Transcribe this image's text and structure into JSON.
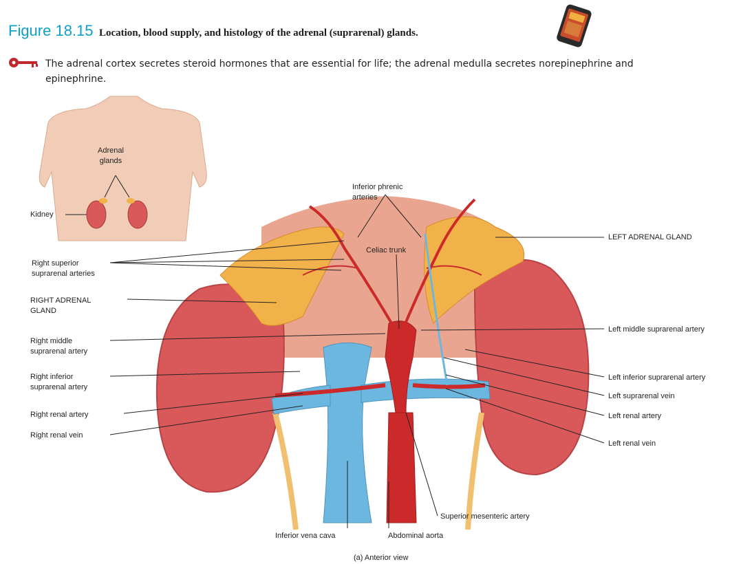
{
  "figure": {
    "number": "Figure 18.15",
    "title": "Location, blood supply, and histology of the adrenal (suprarenal) glands.",
    "key_point": "The adrenal cortex secretes steroid hormones that are essential for life; the adrenal medulla secretes norepinephrine and epinephrine.",
    "caption": "(a) Anterior view"
  },
  "inset": {
    "adrenal_glands_line1": "Adrenal",
    "adrenal_glands_line2": "glands",
    "kidney": "Kidney"
  },
  "labels": {
    "inferior_phrenic_line1": "Inferior phrenic",
    "inferior_phrenic_line2": "arteries",
    "celiac_trunk": "Celiac trunk",
    "left_adrenal_gland": "LEFT ADRENAL GLAND",
    "right_superior_line1": "Right superior",
    "right_superior_line2": "suprarenal arteries",
    "right_adrenal_line1": "RIGHT ADRENAL",
    "right_adrenal_line2": "GLAND",
    "right_middle_line1": "Right middle",
    "right_middle_line2": "suprarenal artery",
    "right_inferior_line1": "Right inferior",
    "right_inferior_line2": "suprarenal artery",
    "right_renal_artery": "Right renal artery",
    "right_renal_vein": "Right renal vein",
    "left_middle_suprarenal": "Left middle suprarenal artery",
    "left_inferior_suprarenal": "Left inferior suprarenal artery",
    "left_suprarenal_vein": "Left suprarenal vein",
    "left_renal_artery": "Left renal artery",
    "left_renal_vein": "Left renal vein",
    "superior_mesenteric": "Superior mesenteric artery",
    "inferior_vena_cava": "Inferior vena cava",
    "abdominal_aorta": "Abdominal aorta"
  },
  "colors": {
    "figure_number": "#0ea0c8",
    "kidney": "#d9585a",
    "adrenal": "#f2b24a",
    "artery": "#cc2a2a",
    "vein": "#6cb7e0",
    "leader": "#222222"
  },
  "icons": [
    "tablet-device-icon",
    "key-icon"
  ]
}
